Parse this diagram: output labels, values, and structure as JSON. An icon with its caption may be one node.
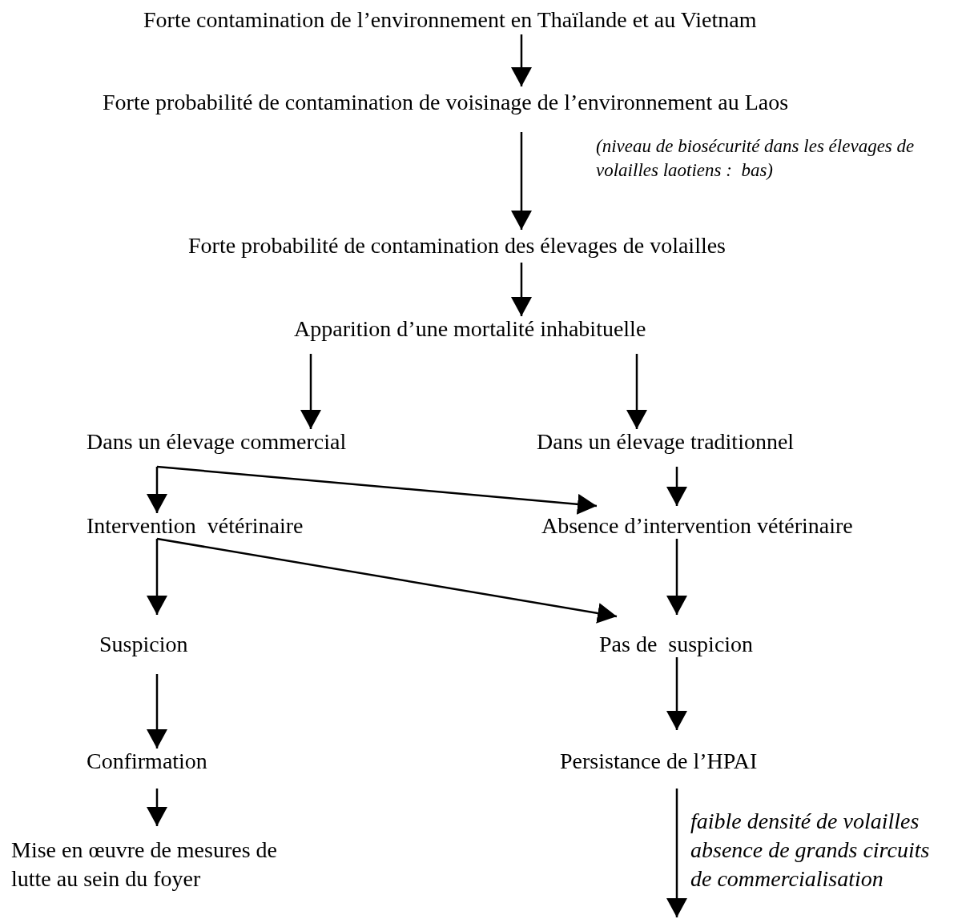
{
  "diagram": {
    "nodes": [
      {
        "text": [
          "Forte contamination de l’environnement en Thaïlande et au Vietnam"
        ]
      },
      {
        "text": [
          "Forte probabilité de contamination de voisinage de l’environnement au Laos"
        ]
      },
      {
        "text": [
          "Forte probabilité de contamination des élevages de volailles"
        ]
      },
      {
        "text": [
          "Apparition d’une mortalité inhabituelle"
        ]
      },
      {
        "text": [
          "Dans un élevage commercial"
        ]
      },
      {
        "text": [
          "Dans un élevage traditionnel"
        ]
      },
      {
        "text": [
          "Intervention  vétérinaire"
        ]
      },
      {
        "text": [
          "Absence d’intervention vétérinaire"
        ]
      },
      {
        "text": [
          "Suspicion"
        ]
      },
      {
        "text": [
          "Pas de  suspicion"
        ]
      },
      {
        "text": [
          "Confirmation"
        ]
      },
      {
        "text": [
          "Persistance de l’HPAI"
        ]
      },
      {
        "text": [
          "Mise en œuvre de mesures de lutte au sein du foyer"
        ]
      }
    ],
    "edges": [
      {
        "from": 0,
        "to": 1,
        "arrow": "to"
      },
      {
        "from": 1,
        "to": 2,
        "arrow": "to",
        "label": "(niveau de biosécurité dans les élevages de volailles laotiens :  bas)"
      },
      {
        "from": 2,
        "to": 3,
        "arrow": "to"
      },
      {
        "from": 3,
        "to": 4,
        "arrow": "to"
      },
      {
        "from": 3,
        "to": 5,
        "arrow": "to"
      },
      {
        "from": 4,
        "to": 6,
        "arrow": "to"
      },
      {
        "from": 4,
        "to": 7,
        "arrow": "to"
      },
      {
        "from": 5,
        "to": 7,
        "arrow": "to"
      },
      {
        "from": 6,
        "to": 8,
        "arrow": "to"
      },
      {
        "from": 6,
        "to": 9,
        "arrow": "to"
      },
      {
        "from": 7,
        "to": 9,
        "arrow": "to"
      },
      {
        "from": 8,
        "to": 10,
        "arrow": "to"
      },
      {
        "from": 9,
        "to": 11,
        "arrow": "to"
      },
      {
        "from": 10,
        "to": 12,
        "arrow": "to"
      },
      {
        "from": 11,
        "to": null,
        "arrow": "to",
        "label": "faible densité de volailles absence de grands circuits de commercialisation"
      }
    ]
  }
}
